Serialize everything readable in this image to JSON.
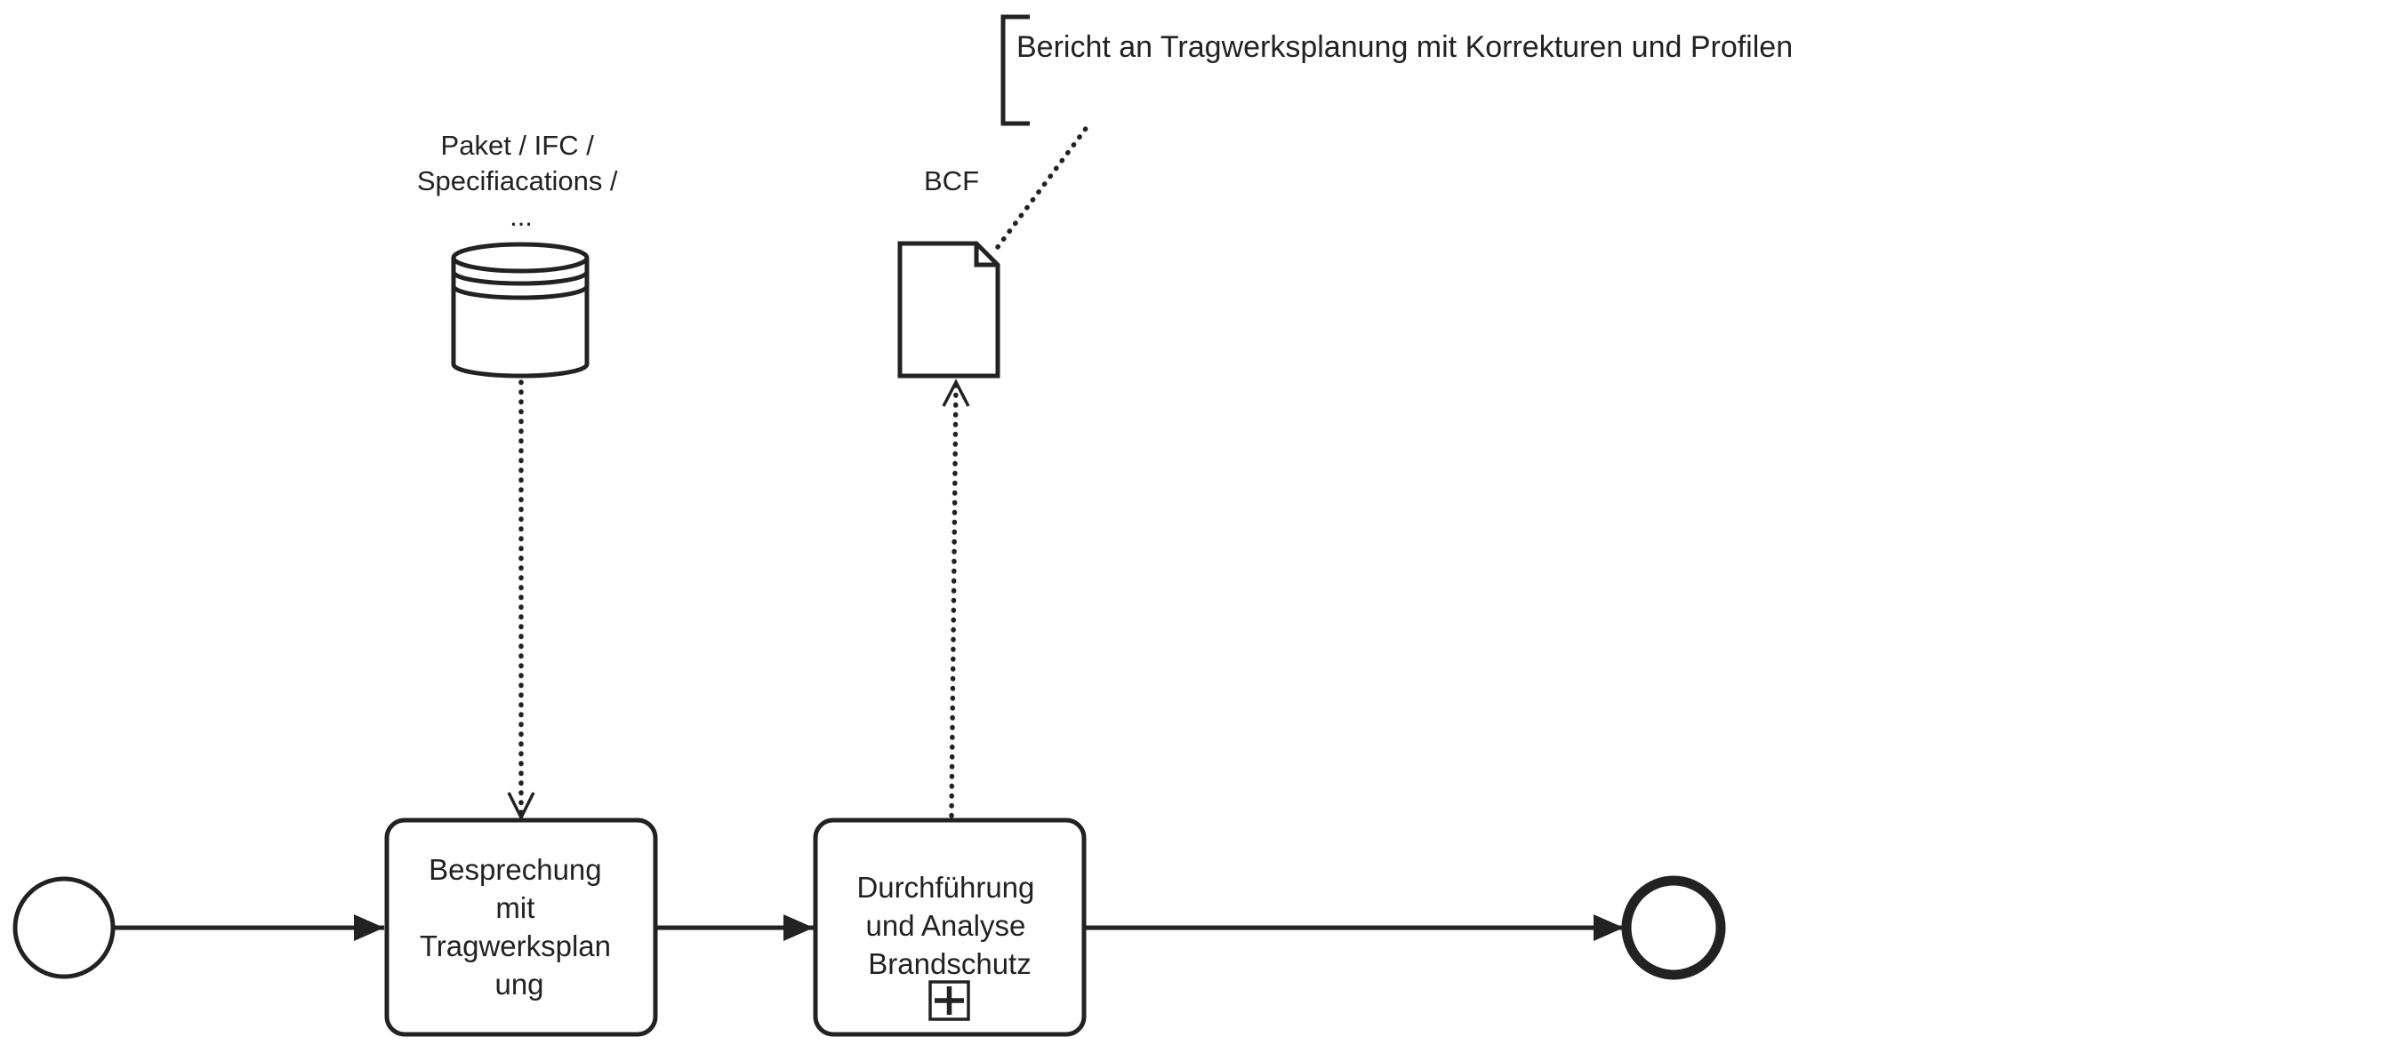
{
  "diagram": {
    "nodes": {
      "start_event": {
        "type": "start-event"
      },
      "task_1": {
        "type": "task",
        "label": [
          "Besprechung",
          "mit",
          "Tragwerksplan",
          "ung"
        ]
      },
      "task_2": {
        "type": "collapsed-subprocess",
        "label": [
          "Durchführung",
          "und Analyse",
          "Brandschutz"
        ]
      },
      "end_event": {
        "type": "end-event"
      },
      "data_store": {
        "type": "data-store",
        "label": [
          "Paket / IFC /",
          "Specifiacations /",
          "..."
        ]
      },
      "data_object": {
        "type": "data-object",
        "label": [
          "BCF"
        ]
      },
      "annotation": {
        "type": "text-annotation",
        "text": "Bericht an Tragwerksplanung mit Korrekturen und Profilen"
      }
    },
    "edges": [
      {
        "type": "sequence-flow",
        "from": "start_event",
        "to": "task_1"
      },
      {
        "type": "sequence-flow",
        "from": "task_1",
        "to": "task_2"
      },
      {
        "type": "sequence-flow",
        "from": "task_2",
        "to": "end_event"
      },
      {
        "type": "data-input-association",
        "from": "data_store",
        "to": "task_1"
      },
      {
        "type": "data-output-association",
        "from": "task_2",
        "to": "data_object"
      },
      {
        "type": "association",
        "from": "data_object",
        "to": "annotation"
      }
    ]
  }
}
